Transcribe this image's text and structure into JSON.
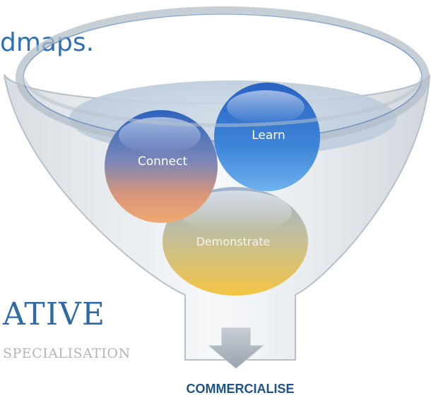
{
  "background_text": {
    "top_fragment": "dmaps.",
    "heading_fragment": "ATIVE",
    "subheading_fragment": "SPECIALISATION"
  },
  "funnel": {
    "stages": [
      {
        "id": "learn",
        "label": "Learn"
      },
      {
        "id": "connect",
        "label": "Connect"
      },
      {
        "id": "demonstrate",
        "label": "Demonstrate"
      }
    ],
    "output_label": "COMMERCIALISE"
  },
  "colors": {
    "ball_blue": "#2f6fc9",
    "ball_orange": "#f0a36a",
    "ball_gold": "#f2c64a",
    "funnel_gray": "#d7dfe6",
    "title_blue": "#2f6fb5"
  }
}
